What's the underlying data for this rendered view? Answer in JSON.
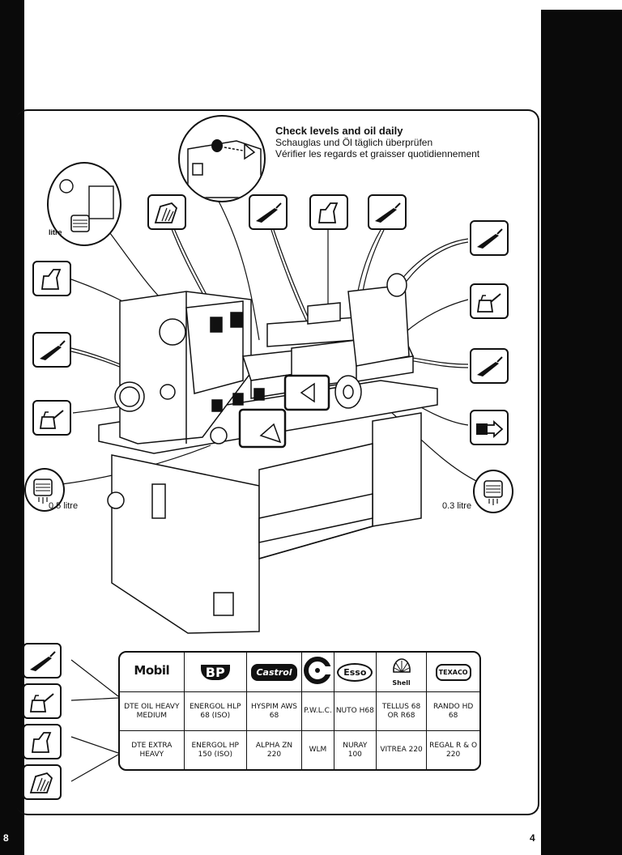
{
  "header": {
    "en": "Check levels and oil daily",
    "de": "Schauglas und Öl täglich überprüfen",
    "fr": "Vérifier les regards et graisser quotidiennement"
  },
  "labels": {
    "litre_left": "0.5  litre",
    "litre_right": "0.3  litre",
    "litre_top": "litre"
  },
  "page_numbers": {
    "left": "8",
    "right": "4"
  },
  "oil_table": {
    "brands": [
      "Mobil",
      "BP",
      "Castrol",
      "",
      "Esso",
      "Shell",
      "TEXACO"
    ],
    "row_medium": [
      "DTE OIL HEAVY MEDIUM",
      "ENERGOL HLP 68 (ISO)",
      "HYSPIM AWS 68",
      "P.W.L.C.",
      "NUTO H68",
      "TELLUS 68 OR R68",
      "RANDO HD 68"
    ],
    "row_heavy": [
      "DTE EXTRA HEAVY",
      "ENERGOL HP 150 (ISO)",
      "ALPHA ZN 220",
      "WLM",
      "NURAY 100",
      "VITREA 220",
      "REGAL R & O 220"
    ]
  },
  "icons": {
    "top_row": [
      "grease-gun-icon",
      "oil-can-icon",
      "oil-can-icon",
      "grease-gun-icon"
    ],
    "left_column": [
      "oil-can-icon",
      "grease-gun-icon",
      "oil-can-icon-small"
    ],
    "right_column": [
      "grease-gun-icon",
      "oil-can-icon-small",
      "grease-gun-icon",
      "hand-pointer-icon"
    ],
    "legend": [
      "grease-gun-icon",
      "oil-can-icon-small",
      "oil-can-icon",
      "grease-can-icon"
    ]
  }
}
